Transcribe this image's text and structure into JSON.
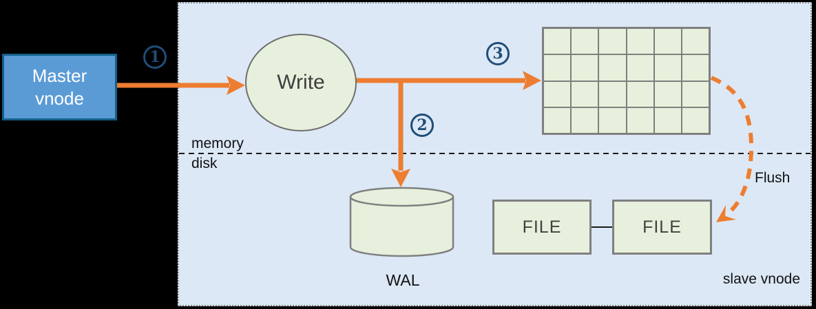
{
  "colors": {
    "accent_orange": "#ED7D31",
    "panel_bg": "#DCE8F5",
    "node_fill": "#E7F0DC",
    "node_border": "#7F7F7F",
    "master_fill": "#5B9BD5",
    "master_border": "#14608A",
    "step_badge": "#1F4E79",
    "text_dark": "#3F3F3F"
  },
  "nodes": {
    "master": {
      "label": "Master vnode"
    },
    "write": {
      "label": "Write"
    },
    "wal": {
      "label": "WAL"
    },
    "file_left": {
      "label": "FILE"
    },
    "file_right": {
      "label": "FILE"
    },
    "memtable": {
      "rows": 4,
      "cols": 6
    }
  },
  "steps": [
    "1",
    "2",
    "3"
  ],
  "labels": {
    "memory": "memory",
    "disk": "disk",
    "flush": "Flush",
    "slave_vnode": "slave vnode"
  }
}
